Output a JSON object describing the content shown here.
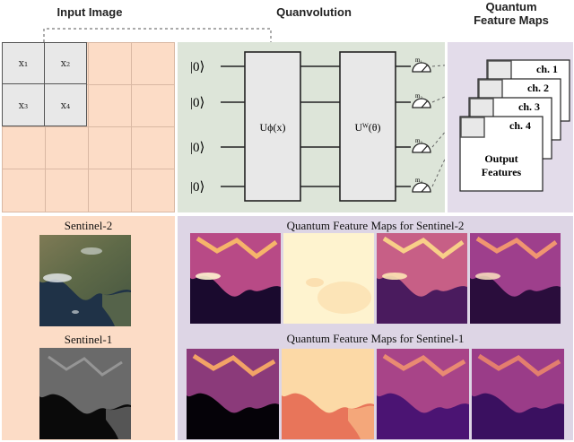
{
  "headings": {
    "input_image": "Input Image",
    "quanvolution": "Quanvolution",
    "quantum_feature_maps_line1": "Quantum",
    "quantum_feature_maps_line2": "Feature Maps"
  },
  "grid_labels": {
    "x1": "x₁",
    "x2": "x₂",
    "x3": "x₃",
    "x4": "x₄"
  },
  "circuit": {
    "qubits": [
      "|0⟩",
      "|0⟩",
      "|0⟩",
      "|0⟩"
    ],
    "encoding_gate": "Uϕ(x)",
    "variational_gate": "Uᵂ(θ)",
    "measurements": [
      "m₁",
      "m₂",
      "m₃",
      "m₄"
    ]
  },
  "feature_maps": {
    "channels": [
      "ch. 1",
      "ch. 2",
      "ch. 3",
      "ch. 4"
    ],
    "output_line1": "Output",
    "output_line2": "Features"
  },
  "bottom": {
    "sentinel2": "Sentinel-2",
    "sentinel1": "Sentinel-1",
    "qfm_s2": "Quantum Feature Maps for Sentinel-2",
    "qfm_s1": "Quantum Feature Maps for Sentinel-1"
  },
  "colors": {
    "input_bg": "#fcdcc6",
    "quanv_bg": "#dde5d9",
    "fm_bg": "#e3dcea",
    "bottom_right_bg": "#ddd5e5"
  }
}
